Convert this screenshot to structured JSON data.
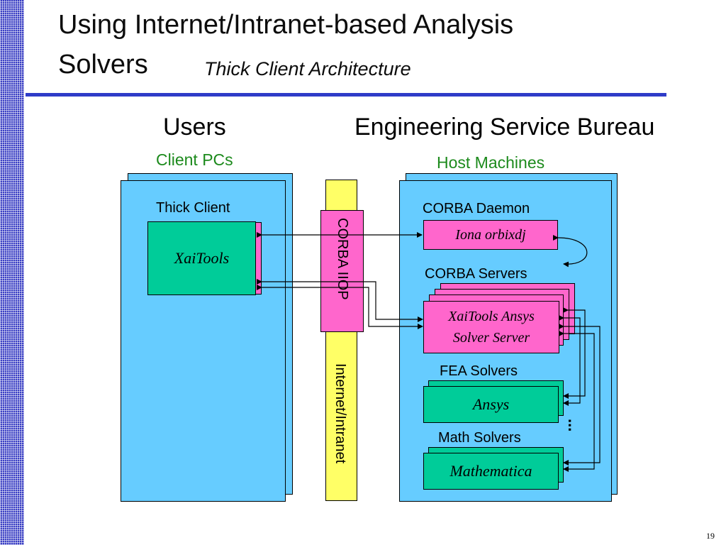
{
  "slide": {
    "title_line1": "Using Internet/Intranet-based Analysis",
    "title_line2": "Solvers",
    "subtitle": "Thick Client Architecture",
    "page_number": "19"
  },
  "users": {
    "heading": "Users",
    "subheading": "Client PCs",
    "thick_client_label": "Thick Client",
    "client_app": "XaiTools"
  },
  "bureau": {
    "heading": "Engineering Service Bureau",
    "subheading": "Host Machines",
    "corba_daemon_label": "CORBA Daemon",
    "corba_daemon_box": "Iona orbixdj",
    "corba_servers_label": "CORBA Servers",
    "solver_server_line1": "XaiTools Ansys",
    "solver_server_line2": "Solver Server",
    "fea_label": "FEA Solvers",
    "fea_box": "Ansys",
    "math_label": "Math Solvers",
    "math_box": "Mathematica",
    "ellipsis": "..."
  },
  "network": {
    "protocol": "CORBA IIOP",
    "medium": "Internet/Intranet"
  },
  "colors": {
    "panel": "#66ccff",
    "app_box": "#00cc99",
    "corba_box": "#ff66cc",
    "network_bar": "#ffff66",
    "title_rule": "#2f3cc8",
    "green_text": "#1c8a1c"
  }
}
